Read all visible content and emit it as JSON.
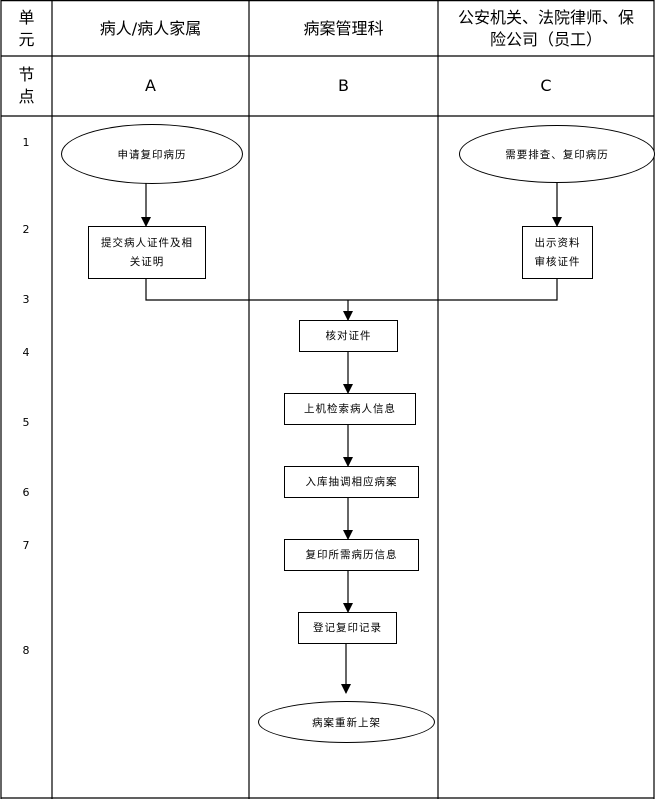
{
  "header": {
    "unit_label": "单\n元",
    "node_label": "节\n点",
    "col_a_title": "病人/病人家属",
    "col_b_title": "病案管理科",
    "col_c_title": "公安机关、法院律师、保\n险公司（员工）",
    "col_a_code": "A",
    "col_b_code": "B",
    "col_c_code": "C"
  },
  "rows": [
    "1",
    "2",
    "3",
    "4",
    "5",
    "6",
    "7",
    "8"
  ],
  "nodes": {
    "a_start": "申请复印病历",
    "a_submit": "提交病人证件及相\n关证明",
    "c_start": "需要排查、复印病历",
    "c_show": "出示资料\n审核证件",
    "b_verify": "核对证件",
    "b_search": "上机检索病人信息",
    "b_retrieve": "入库抽调相应病案",
    "b_copy": "复印所需病历信息",
    "b_register": "登记复印记录",
    "b_end": "病案重新上架"
  }
}
